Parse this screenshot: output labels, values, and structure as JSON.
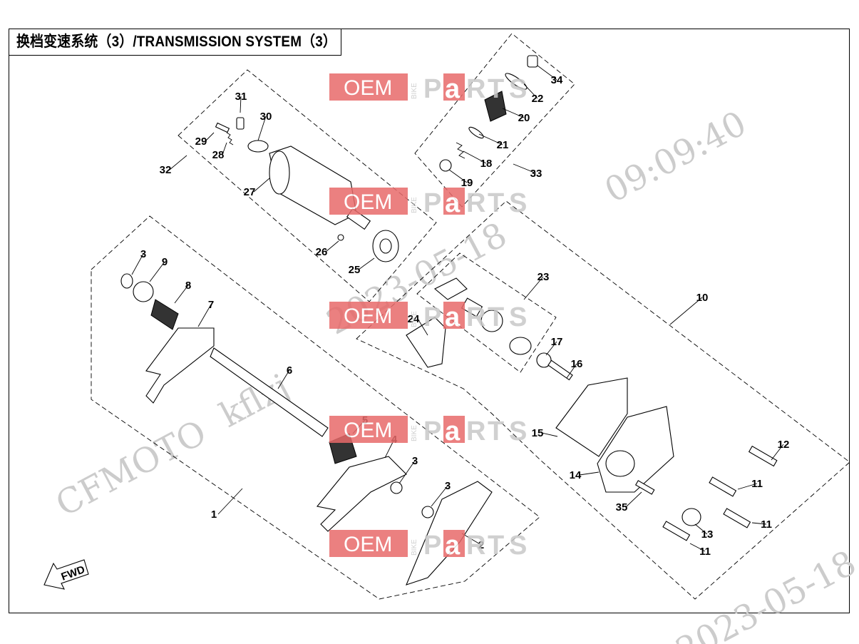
{
  "title": "换档变速系统（3）/TRANSMISSION SYSTEM（3）",
  "watermarks": {
    "logo_oem": "OEM",
    "logo_bike": "BIKE",
    "logo_parts": [
      "P",
      "a",
      "R",
      "T",
      "S"
    ],
    "brand": "CFMOTO",
    "user": "kflzj",
    "date": "2023-05-18",
    "time": "09:09:40"
  },
  "fwd_label": "FWD",
  "callouts": [
    {
      "id": "31",
      "label": "31"
    },
    {
      "id": "30",
      "label": "30"
    },
    {
      "id": "29",
      "label": "29"
    },
    {
      "id": "28",
      "label": "28"
    },
    {
      "id": "32",
      "label": "32"
    },
    {
      "id": "27",
      "label": "27"
    },
    {
      "id": "26",
      "label": "26"
    },
    {
      "id": "25",
      "label": "25"
    },
    {
      "id": "34",
      "label": "34"
    },
    {
      "id": "22",
      "label": "22"
    },
    {
      "id": "20",
      "label": "20"
    },
    {
      "id": "21",
      "label": "21"
    },
    {
      "id": "18",
      "label": "18"
    },
    {
      "id": "33",
      "label": "33"
    },
    {
      "id": "19",
      "label": "19"
    },
    {
      "id": "23",
      "label": "23"
    },
    {
      "id": "24",
      "label": "24"
    },
    {
      "id": "17",
      "label": "17"
    },
    {
      "id": "16",
      "label": "16"
    },
    {
      "id": "10",
      "label": "10"
    },
    {
      "id": "15",
      "label": "15"
    },
    {
      "id": "12",
      "label": "12"
    },
    {
      "id": "14",
      "label": "14"
    },
    {
      "id": "11a",
      "label": "11"
    },
    {
      "id": "35",
      "label": "35"
    },
    {
      "id": "11b",
      "label": "11"
    },
    {
      "id": "13",
      "label": "13"
    },
    {
      "id": "11c",
      "label": "11"
    },
    {
      "id": "3a",
      "label": "3"
    },
    {
      "id": "9",
      "label": "9"
    },
    {
      "id": "8",
      "label": "8"
    },
    {
      "id": "7",
      "label": "7"
    },
    {
      "id": "6",
      "label": "6"
    },
    {
      "id": "5",
      "label": "5"
    },
    {
      "id": "4",
      "label": "4"
    },
    {
      "id": "3b",
      "label": "3"
    },
    {
      "id": "3c",
      "label": "3"
    },
    {
      "id": "1",
      "label": "1"
    },
    {
      "id": "2",
      "label": "2"
    }
  ],
  "colors": {
    "line": "#000000",
    "logo_red": "#e86a6a",
    "logo_grey": "#c8c8c8",
    "watermark": "#cfcfcf"
  }
}
